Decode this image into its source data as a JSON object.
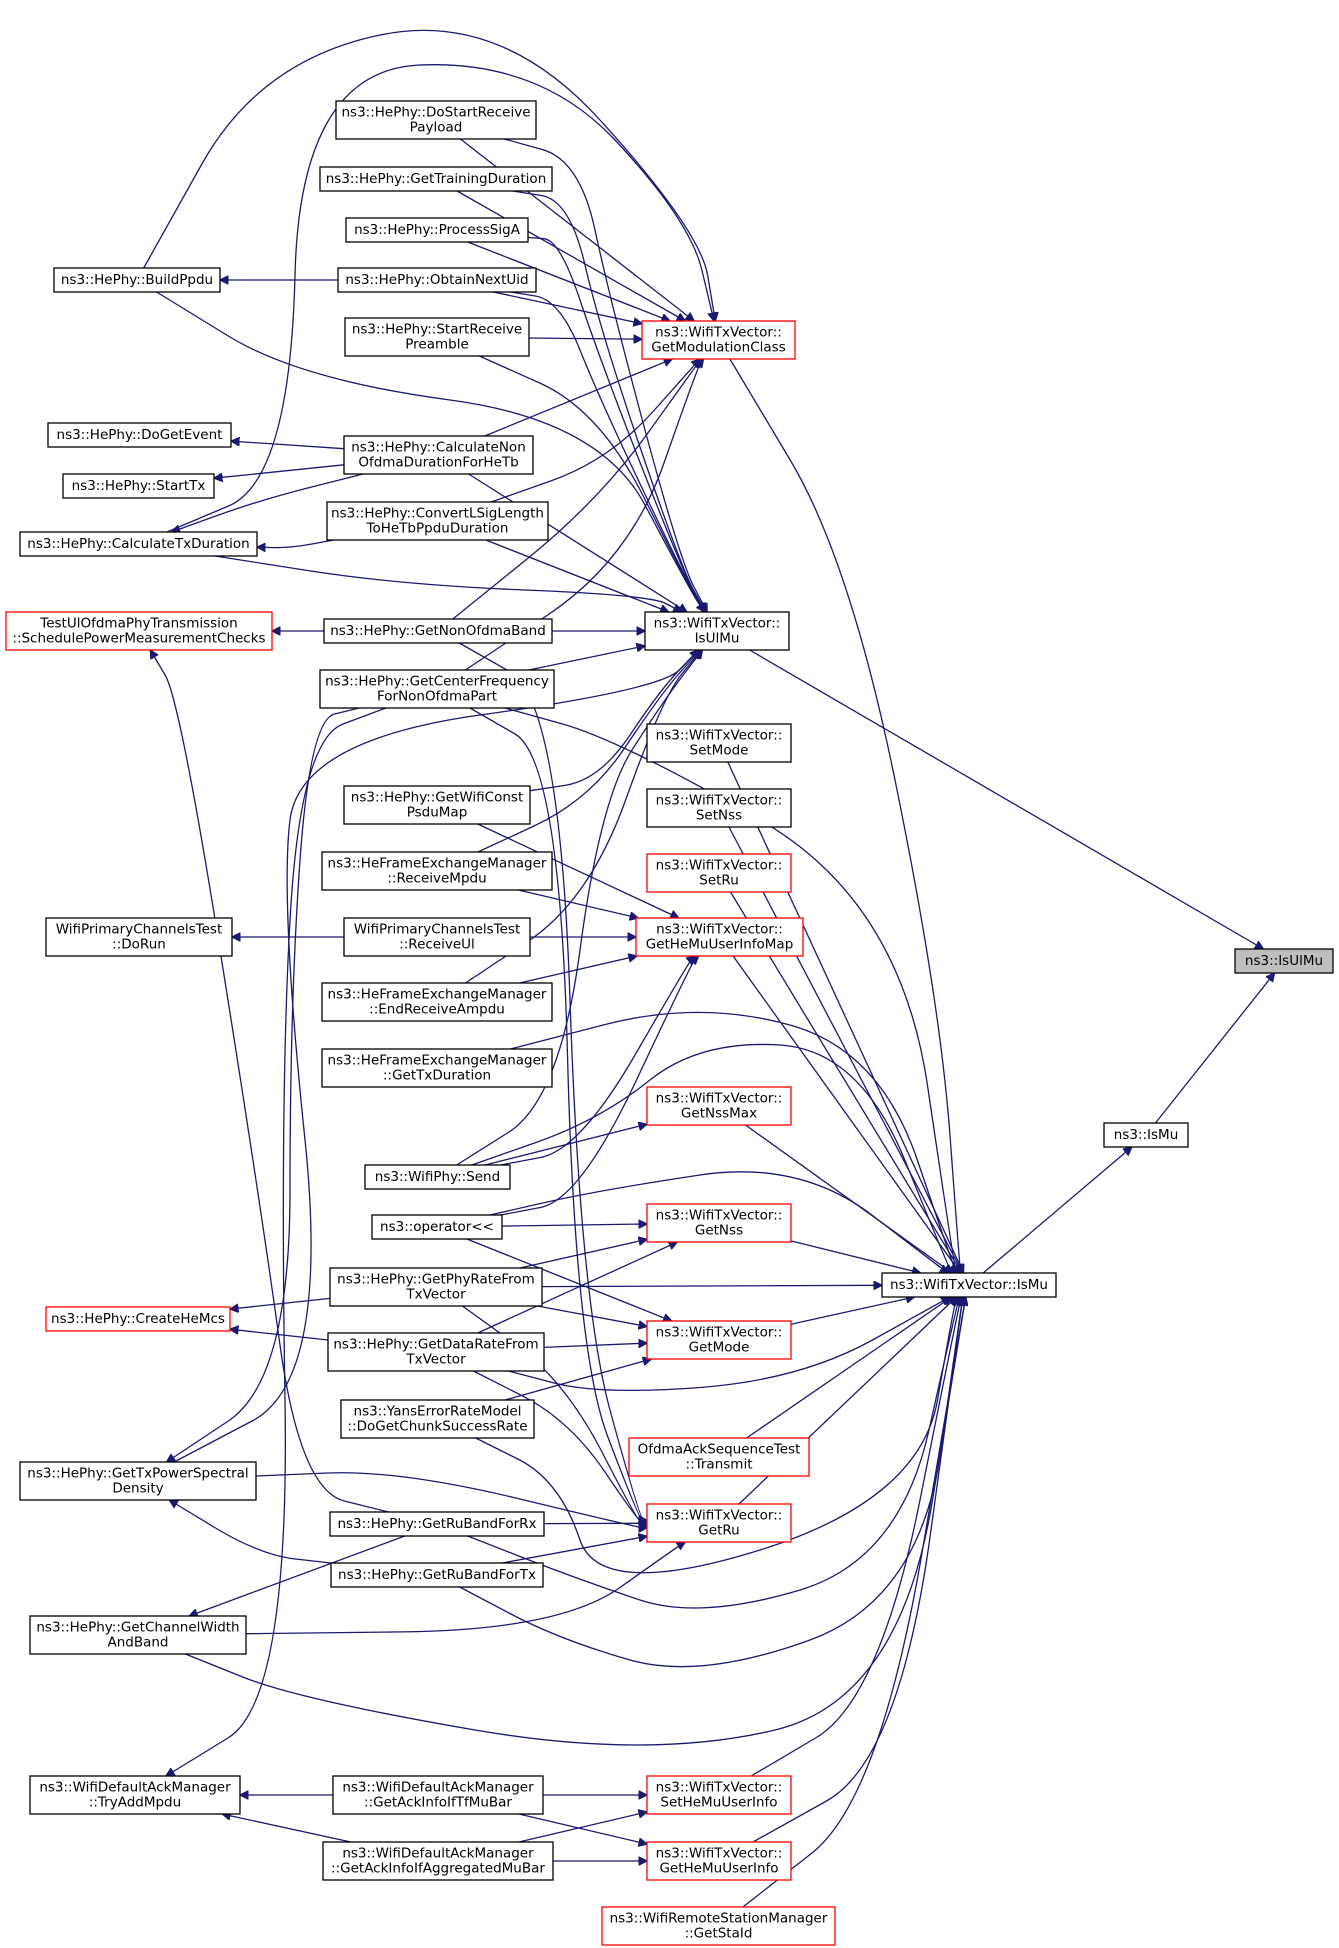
{
  "graph": {
    "nodes": [
      {
        "id": "isulmu_free",
        "lines": [
          "ns3::IsUlMu"
        ],
        "style": "focus"
      },
      {
        "id": "ismu_free",
        "lines": [
          "ns3::IsMu"
        ],
        "style": "black"
      },
      {
        "id": "wtv_isulmu",
        "lines": [
          "ns3::WifiTxVector::",
          "IsUlMu"
        ],
        "style": "black"
      },
      {
        "id": "wtv_ismu",
        "lines": [
          "ns3::WifiTxVector::IsMu"
        ],
        "style": "black"
      },
      {
        "id": "wtv_getmodclass",
        "lines": [
          "ns3::WifiTxVector::",
          "GetModulationClass"
        ],
        "style": "red"
      },
      {
        "id": "wtv_setmode",
        "lines": [
          "ns3::WifiTxVector::",
          "SetMode"
        ],
        "style": "black"
      },
      {
        "id": "wtv_setnss",
        "lines": [
          "ns3::WifiTxVector::",
          "SetNss"
        ],
        "style": "black"
      },
      {
        "id": "wtv_setru",
        "lines": [
          "ns3::WifiTxVector::",
          "SetRu"
        ],
        "style": "red"
      },
      {
        "id": "wtv_gethemuuserinfomap",
        "lines": [
          "ns3::WifiTxVector::",
          "GetHeMuUserInfoMap"
        ],
        "style": "red"
      },
      {
        "id": "wtv_getnssmax",
        "lines": [
          "ns3::WifiTxVector::",
          "GetNssMax"
        ],
        "style": "red"
      },
      {
        "id": "wtv_getnss",
        "lines": [
          "ns3::WifiTxVector::",
          "GetNss"
        ],
        "style": "red"
      },
      {
        "id": "wtv_getmode",
        "lines": [
          "ns3::WifiTxVector::",
          "GetMode"
        ],
        "style": "red"
      },
      {
        "id": "ofdma_transmit",
        "lines": [
          "OfdmaAckSequenceTest",
          "::Transmit"
        ],
        "style": "red"
      },
      {
        "id": "wtv_getru",
        "lines": [
          "ns3::WifiTxVector::",
          "GetRu"
        ],
        "style": "red"
      },
      {
        "id": "wtv_sethemuuserinfo",
        "lines": [
          "ns3::WifiTxVector::",
          "SetHeMuUserInfo"
        ],
        "style": "red"
      },
      {
        "id": "wtv_gethemuuserinfo",
        "lines": [
          "ns3::WifiTxVector::",
          "GetHeMuUserInfo"
        ],
        "style": "red"
      },
      {
        "id": "wrsm_getstaid",
        "lines": [
          "ns3::WifiRemoteStationManager",
          "::GetStaId"
        ],
        "style": "red"
      },
      {
        "id": "hephy_dostartreceive",
        "lines": [
          "ns3::HePhy::DoStartReceive",
          "Payload"
        ],
        "style": "black"
      },
      {
        "id": "hephy_gettraining",
        "lines": [
          "ns3::HePhy::GetTrainingDuration"
        ],
        "style": "black"
      },
      {
        "id": "hephy_processsiga",
        "lines": [
          "ns3::HePhy::ProcessSigA"
        ],
        "style": "black"
      },
      {
        "id": "hephy_obtainnextuid",
        "lines": [
          "ns3::HePhy::ObtainNextUid"
        ],
        "style": "black"
      },
      {
        "id": "hephy_startreceivepreamble",
        "lines": [
          "ns3::HePhy::StartReceive",
          "Preamble"
        ],
        "style": "black"
      },
      {
        "id": "hephy_calcnonofdma",
        "lines": [
          "ns3::HePhy::CalculateNon",
          "OfdmaDurationForHeTb"
        ],
        "style": "black"
      },
      {
        "id": "hephy_convertlsig",
        "lines": [
          "ns3::HePhy::ConvertLSigLength",
          "ToHeTbPpduDuration"
        ],
        "style": "black"
      },
      {
        "id": "hephy_getnonofdmaband",
        "lines": [
          "ns3::HePhy::GetNonOfdmaBand"
        ],
        "style": "black"
      },
      {
        "id": "hephy_getcenterfreq",
        "lines": [
          "ns3::HePhy::GetCenterFrequency",
          "ForNonOfdmaPart"
        ],
        "style": "black"
      },
      {
        "id": "hephy_getwificonst",
        "lines": [
          "ns3::HePhy::GetWifiConst",
          "PsduMap"
        ],
        "style": "black"
      },
      {
        "id": "hefem_receivempdu",
        "lines": [
          "ns3::HeFrameExchangeManager",
          "::ReceiveMpdu"
        ],
        "style": "black"
      },
      {
        "id": "wpct_receiveul",
        "lines": [
          "WifiPrimaryChannelsTest",
          "::ReceiveUl"
        ],
        "style": "black"
      },
      {
        "id": "hefem_endreceiveampdu",
        "lines": [
          "ns3::HeFrameExchangeManager",
          "::EndReceiveAmpdu"
        ],
        "style": "black"
      },
      {
        "id": "hefem_gettxduration",
        "lines": [
          "ns3::HeFrameExchangeManager",
          "::GetTxDuration"
        ],
        "style": "black"
      },
      {
        "id": "wifiphy_send",
        "lines": [
          "ns3::WifiPhy::Send"
        ],
        "style": "black"
      },
      {
        "id": "operator_ll",
        "lines": [
          "ns3::operator<<"
        ],
        "style": "black"
      },
      {
        "id": "hephy_getphyrate",
        "lines": [
          "ns3::HePhy::GetPhyRateFrom",
          "TxVector"
        ],
        "style": "black"
      },
      {
        "id": "hephy_getdatarate",
        "lines": [
          "ns3::HePhy::GetDataRateFrom",
          "TxVector"
        ],
        "style": "black"
      },
      {
        "id": "yans_dogetchunk",
        "lines": [
          "ns3::YansErrorRateModel",
          "::DoGetChunkSuccessRate"
        ],
        "style": "black"
      },
      {
        "id": "hephy_getrubandrx",
        "lines": [
          "ns3::HePhy::GetRuBandForRx"
        ],
        "style": "black"
      },
      {
        "id": "hephy_getrubandtx",
        "lines": [
          "ns3::HePhy::GetRuBandForTx"
        ],
        "style": "black"
      },
      {
        "id": "wdam_getackinfotfmubar",
        "lines": [
          "ns3::WifiDefaultAckManager",
          "::GetAckInfoIfTfMuBar"
        ],
        "style": "black"
      },
      {
        "id": "wdam_getackinfoaggmubar",
        "lines": [
          "ns3::WifiDefaultAckManager",
          "::GetAckInfoIfAggregatedMuBar"
        ],
        "style": "black"
      },
      {
        "id": "hephy_buildppdu",
        "lines": [
          "ns3::HePhy::BuildPpdu"
        ],
        "style": "black"
      },
      {
        "id": "hephy_dogetevent",
        "lines": [
          "ns3::HePhy::DoGetEvent"
        ],
        "style": "black"
      },
      {
        "id": "hephy_starttx",
        "lines": [
          "ns3::HePhy::StartTx"
        ],
        "style": "black"
      },
      {
        "id": "hephy_calctxduration",
        "lines": [
          "ns3::HePhy::CalculateTxDuration"
        ],
        "style": "black"
      },
      {
        "id": "testul_schedule",
        "lines": [
          "TestUlOfdmaPhyTransmission",
          "::SchedulePowerMeasurementChecks"
        ],
        "style": "red"
      },
      {
        "id": "wpct_dorun",
        "lines": [
          "WifiPrimaryChannelsTest",
          "::DoRun"
        ],
        "style": "black"
      },
      {
        "id": "hephy_createhemcs",
        "lines": [
          "ns3::HePhy::CreateHeMcs"
        ],
        "style": "red"
      },
      {
        "id": "hephy_gettxpowerspectral",
        "lines": [
          "ns3::HePhy::GetTxPowerSpectral",
          "Density"
        ],
        "style": "black"
      },
      {
        "id": "hephy_getchannelwidth",
        "lines": [
          "ns3::HePhy::GetChannelWidth",
          "AndBand"
        ],
        "style": "black"
      },
      {
        "id": "wdam_tryaddmpdu",
        "lines": [
          "ns3::WifiDefaultAckManager",
          "::TryAddMpdu"
        ],
        "style": "black"
      }
    ],
    "edges": [
      [
        "ismu_free",
        "isulmu_free"
      ],
      [
        "wtv_isulmu",
        "isulmu_free"
      ],
      [
        "wtv_ismu",
        "ismu_free"
      ],
      [
        "wtv_getmodclass",
        "wtv_ismu"
      ],
      [
        "wtv_setmode",
        "wtv_ismu"
      ],
      [
        "wtv_setnss",
        "wtv_ismu"
      ],
      [
        "wtv_setru",
        "wtv_ismu"
      ],
      [
        "wtv_gethemuuserinfomap",
        "wtv_ismu"
      ],
      [
        "wtv_getnssmax",
        "wtv_ismu"
      ],
      [
        "wtv_getnss",
        "wtv_ismu"
      ],
      [
        "wtv_getmode",
        "wtv_ismu"
      ],
      [
        "ofdma_transmit",
        "wtv_ismu"
      ],
      [
        "wtv_getru",
        "wtv_ismu"
      ],
      [
        "wtv_sethemuuserinfo",
        "wtv_ismu"
      ],
      [
        "wtv_gethemuuserinfo",
        "wtv_ismu"
      ],
      [
        "wrsm_getstaid",
        "wtv_ismu"
      ],
      [
        "hephy_getphyrate",
        "wtv_ismu"
      ],
      [
        "operator_ll",
        "wtv_ismu"
      ],
      [
        "wifiphy_send",
        "wtv_ismu"
      ],
      [
        "hefem_gettxduration",
        "wtv_ismu"
      ],
      [
        "hephy_getdatarate",
        "wtv_ismu"
      ],
      [
        "yans_dogetchunk",
        "wtv_ismu"
      ],
      [
        "hephy_getrubandrx",
        "wtv_ismu"
      ],
      [
        "hephy_getrubandtx",
        "wtv_ismu"
      ],
      [
        "hephy_getchannelwidth",
        "wtv_ismu"
      ],
      [
        "hephy_getcenterfreq",
        "wtv_ismu"
      ],
      [
        "hephy_dostartreceive",
        "wtv_getmodclass"
      ],
      [
        "hephy_gettraining",
        "wtv_getmodclass"
      ],
      [
        "hephy_processsiga",
        "wtv_getmodclass"
      ],
      [
        "hephy_obtainnextuid",
        "wtv_getmodclass"
      ],
      [
        "hephy_startreceivepreamble",
        "wtv_getmodclass"
      ],
      [
        "hephy_calcnonofdma",
        "wtv_getmodclass"
      ],
      [
        "hephy_convertlsig",
        "wtv_getmodclass"
      ],
      [
        "hephy_getnonofdmaband",
        "wtv_getmodclass"
      ],
      [
        "hephy_buildppdu",
        "wtv_getmodclass"
      ],
      [
        "hephy_calctxduration",
        "wtv_getmodclass"
      ],
      [
        "hephy_getcenterfreq",
        "wtv_getmodclass"
      ],
      [
        "hephy_dostartreceive",
        "wtv_isulmu"
      ],
      [
        "hephy_gettraining",
        "wtv_isulmu"
      ],
      [
        "hephy_processsiga",
        "wtv_isulmu"
      ],
      [
        "hephy_obtainnextuid",
        "wtv_isulmu"
      ],
      [
        "hephy_startreceivepreamble",
        "wtv_isulmu"
      ],
      [
        "hephy_calcnonofdma",
        "wtv_isulmu"
      ],
      [
        "hephy_convertlsig",
        "wtv_isulmu"
      ],
      [
        "hephy_getnonofdmaband",
        "wtv_isulmu"
      ],
      [
        "hephy_getcenterfreq",
        "wtv_isulmu"
      ],
      [
        "hephy_getwificonst",
        "wtv_isulmu"
      ],
      [
        "hefem_receivempdu",
        "wtv_isulmu"
      ],
      [
        "hefem_endreceiveampdu",
        "wtv_isulmu"
      ],
      [
        "hephy_buildppdu",
        "wtv_isulmu"
      ],
      [
        "hephy_calctxduration",
        "wtv_isulmu"
      ],
      [
        "wifiphy_send",
        "wtv_isulmu"
      ],
      [
        "hephy_gettxpowerspectral",
        "wtv_isulmu"
      ],
      [
        "hephy_getwificonst",
        "wtv_gethemuuserinfomap"
      ],
      [
        "hefem_receivempdu",
        "wtv_gethemuuserinfomap"
      ],
      [
        "wpct_receiveul",
        "wtv_gethemuuserinfomap"
      ],
      [
        "hefem_endreceiveampdu",
        "wtv_gethemuuserinfomap"
      ],
      [
        "wifiphy_send",
        "wtv_gethemuuserinfomap"
      ],
      [
        "operator_ll",
        "wtv_gethemuuserinfomap"
      ],
      [
        "wifiphy_send",
        "wtv_getnssmax"
      ],
      [
        "operator_ll",
        "wtv_getnss"
      ],
      [
        "hephy_getphyrate",
        "wtv_getnss"
      ],
      [
        "hephy_getdatarate",
        "wtv_getnss"
      ],
      [
        "operator_ll",
        "wtv_getmode"
      ],
      [
        "hephy_getphyrate",
        "wtv_getmode"
      ],
      [
        "hephy_getdatarate",
        "wtv_getmode"
      ],
      [
        "yans_dogetchunk",
        "wtv_getmode"
      ],
      [
        "hephy_getrubandrx",
        "wtv_getru"
      ],
      [
        "hephy_getrubandtx",
        "wtv_getru"
      ],
      [
        "hephy_getchannelwidth",
        "wtv_getru"
      ],
      [
        "hephy_gettxpowerspectral",
        "wtv_getru"
      ],
      [
        "hephy_getnonofdmaband",
        "wtv_getru"
      ],
      [
        "hephy_getcenterfreq",
        "wtv_getru"
      ],
      [
        "hephy_getdatarate",
        "wtv_getru"
      ],
      [
        "hephy_getphyrate",
        "wtv_getru"
      ],
      [
        "wdam_getackinfotfmubar",
        "wtv_sethemuuserinfo"
      ],
      [
        "wdam_getackinfoaggmubar",
        "wtv_sethemuuserinfo"
      ],
      [
        "wdam_getackinfotfmubar",
        "wtv_gethemuuserinfo"
      ],
      [
        "wdam_getackinfoaggmubar",
        "wtv_gethemuuserinfo"
      ],
      [
        "hephy_obtainnextuid",
        "hephy_buildppdu"
      ],
      [
        "hephy_calcnonofdma",
        "hephy_dogetevent"
      ],
      [
        "hephy_calcnonofdma",
        "hephy_starttx"
      ],
      [
        "hephy_calcnonofdma",
        "hephy_calctxduration"
      ],
      [
        "hephy_convertlsig",
        "hephy_calctxduration"
      ],
      [
        "hephy_getnonofdmaband",
        "testul_schedule"
      ],
      [
        "hephy_getcenterfreq",
        "hephy_gettxpowerspectral"
      ],
      [
        "wpct_receiveul",
        "wpct_dorun"
      ],
      [
        "hephy_getphyrate",
        "hephy_createhemcs"
      ],
      [
        "hephy_getdatarate",
        "hephy_createhemcs"
      ],
      [
        "hephy_getrubandrx",
        "hephy_getchannelwidth"
      ],
      [
        "hephy_getrubandtx",
        "hephy_gettxpowerspectral"
      ],
      [
        "hephy_getrubandrx",
        "testul_schedule"
      ],
      [
        "wdam_getackinfotfmubar",
        "wdam_tryaddmpdu"
      ],
      [
        "wdam_getackinfoaggmubar",
        "wdam_tryaddmpdu"
      ],
      [
        "hephy_getcenterfreq",
        "wdam_tryaddmpdu"
      ]
    ]
  }
}
